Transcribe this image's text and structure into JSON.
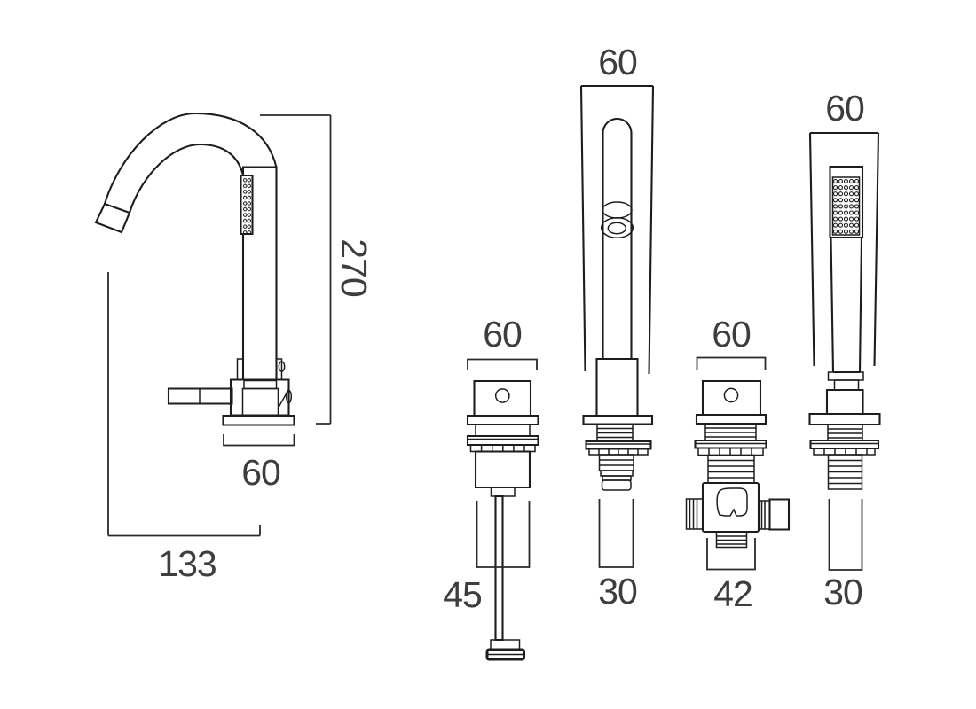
{
  "drawing": {
    "type": "technical-dimension-drawing",
    "background_color": "#ffffff",
    "line_color": "#1d1d1b",
    "text_color": "#3d3d3d",
    "figures": {
      "mixer_tap": {
        "description": "basin mixer side view with swan-neck spout and lever handle",
        "dims": {
          "height": "270",
          "base_width": "60",
          "reach": "133"
        }
      },
      "pop_up_waste": {
        "description": "control unit with long pull rod and foot",
        "dims": {
          "top_width": "60",
          "rod_drop": "45"
        }
      },
      "bath_spout": {
        "description": "tall spout front view with outlet ring and threaded tail",
        "dims": {
          "top_width": "60",
          "tail_width": "30"
        }
      },
      "diverter_valve": {
        "description": "deck valve with side ports and bottom outlet",
        "dims": {
          "top_width": "60",
          "body_width": "42"
        }
      },
      "handset": {
        "description": "shower handset in holder, front view with spray face",
        "dims": {
          "top_width": "60",
          "tail_width": "30"
        }
      }
    }
  }
}
